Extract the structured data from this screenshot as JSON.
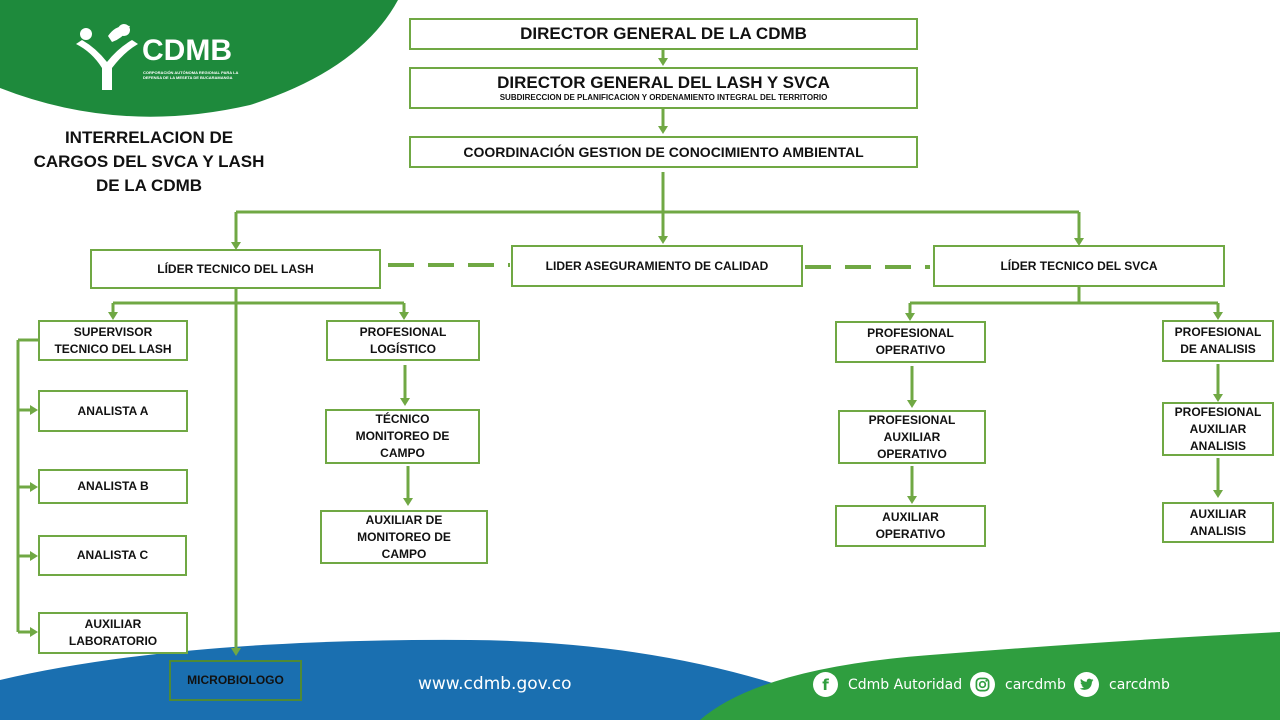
{
  "title": "INTERRELACION DE\nCARGOS DEL SVCA Y LASH\nDE LA CDMB",
  "logo": {
    "name": "CDMB",
    "tagline": "CORPORACIÓN AUTÓNOMA REGIONAL PARA LA\nDEFENSA DE LA MESETA DE BUCARAMANGA",
    "icon": "people-leaf-logo-icon"
  },
  "org": {
    "director_cdmb": "DIRECTOR GENERAL DE LA CDMB",
    "director_lash": "DIRECTOR GENERAL DEL LASH Y SVCA",
    "director_lash_sub": "SUBDIRECCION DE PLANIFICACION Y ORDENAMIENTO INTEGRAL DEL TERRITORIO",
    "coordinacion": "COORDINACIÓN GESTION DE CONOCIMIENTO AMBIENTAL",
    "lider_lash": "LÍDER TECNICO DEL LASH",
    "lider_calidad": "LIDER ASEGURAMIENTO  DE CALIDAD",
    "lider_svca": "LÍDER TECNICO DEL SVCA",
    "supervisor": "SUPERVISOR\nTECNICO DEL LASH",
    "analista_a": "ANALISTA A",
    "analista_b": "ANALISTA B",
    "analista_c": "ANALISTA C",
    "auxiliar_lab": "AUXILIAR\nLABORATORIO",
    "microbiologo": "MICROBIOLOGO",
    "prof_logistico": "PROFESIONAL\nLOGÍSTICO",
    "tecnico_monitoreo": "TÉCNICO\nMONITOREO DE\nCAMPO",
    "auxiliar_monitoreo": "AUXILIAR DE\nMONITOREO DE\nCAMPO",
    "prof_operativo": "PROFESIONAL\nOPERATIVO",
    "prof_aux_operativo": "PROFESIONAL\nAUXILIAR\nOPERATIVO",
    "auxiliar_operativo": "AUXILIAR\nOPERATIVO",
    "prof_analisis": "PROFESIONAL\nDE ANALISIS",
    "prof_aux_analisis": "PROFESIONAL\nAUXILIAR\nANALISIS",
    "auxiliar_analisis": "AUXILIAR\nANALISIS"
  },
  "footer": {
    "website": "www.cdmb.gov.co",
    "facebook": "Cdmb Autoridad",
    "instagram": "carcdmb",
    "twitter": "carcdmb"
  },
  "colors": {
    "line": "#70a844",
    "dark_green": "#1e8a3c",
    "blue": "#1a6fb0",
    "footer_green": "#2f9e3f"
  }
}
